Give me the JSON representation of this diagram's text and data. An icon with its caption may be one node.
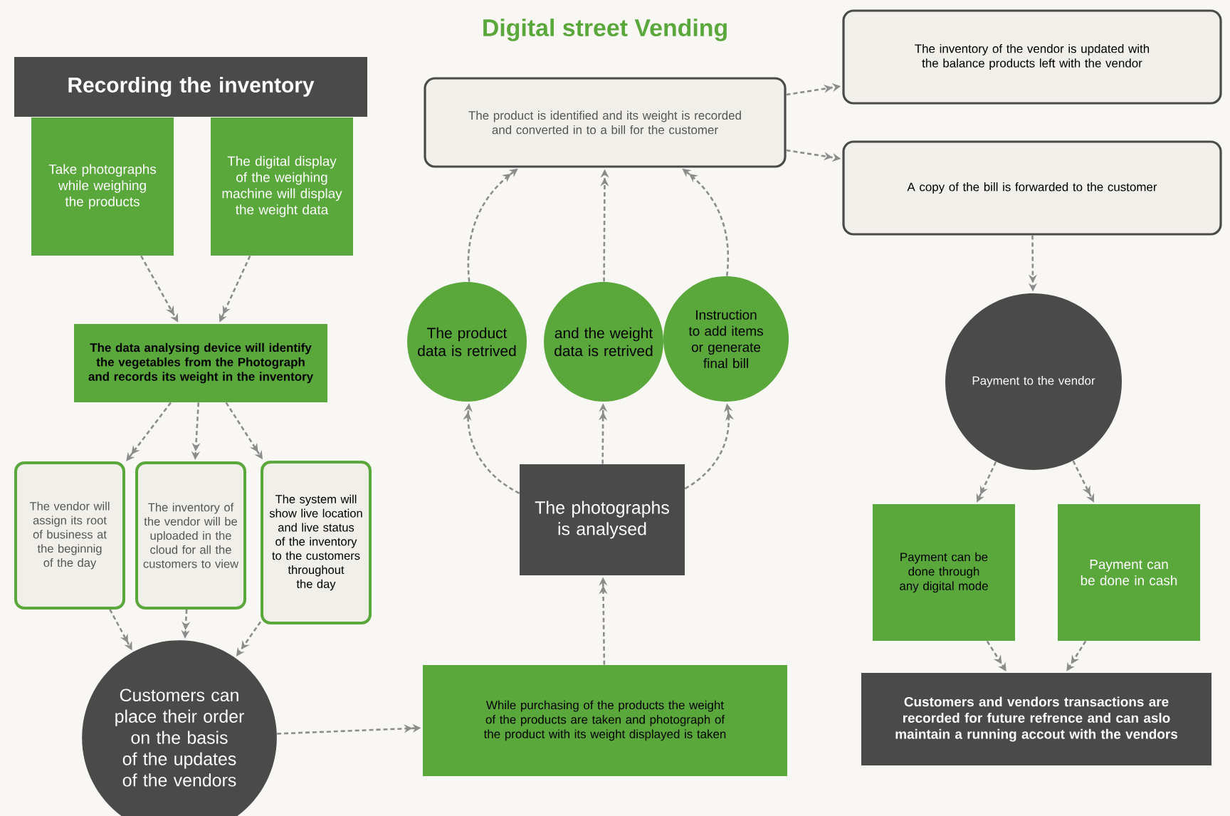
{
  "diagram": {
    "title": "Digital street Vending",
    "nodes": [
      {
        "text": [
          "Recording the inventory"
        ]
      },
      {
        "text": [
          "Take photographs while weighing the products"
        ]
      },
      {
        "text": [
          "The digital display of the weighing machine will display the weight data"
        ]
      },
      {
        "text": [
          "The data analysing device will identify the vegetables from the Photograph and records its weight in the inventory"
        ]
      },
      {
        "text": [
          "The vendor will assign its root of business at the beginnig of the day"
        ]
      },
      {
        "text": [
          "The inventory of the vendor will be uploaded in the cloud for all the customers to view"
        ]
      },
      {
        "text": [
          "The system will show live location and live status of the inventory to the customers throughout the day"
        ]
      },
      {
        "text": [
          "Customers can place their order on the basis of the updates of the vendors"
        ]
      },
      {
        "text": [
          "While purchasing of the products the weight of the products are taken and photograph of the product with its weight displayed is taken"
        ]
      },
      {
        "text": [
          "The photographs is analysed"
        ]
      },
      {
        "text": [
          "The product data is retrived"
        ]
      },
      {
        "text": [
          "and the weight data is retrived"
        ]
      },
      {
        "text": [
          "Instruction to add items or generate final bill"
        ]
      },
      {
        "text": [
          "The product is identified and its weight is recorded and converted in to a  bill for the customer"
        ]
      },
      {
        "text": [
          "The inventory of the vendor is updated with the balance products left with the vendor"
        ]
      },
      {
        "text": [
          "A copy of the bill is forwarded to the customer"
        ]
      },
      {
        "text": [
          "Payment to the vendor"
        ]
      },
      {
        "text": [
          "Payment can be done through any digital mode"
        ]
      },
      {
        "text": [
          "Payment can be done in cash"
        ]
      },
      {
        "text": [
          "Customers and vendors transactions are recorded for future refrence and can aslo maintain a running accout with the vendors"
        ]
      }
    ],
    "edges": [
      {
        "from": 1,
        "to": 3,
        "arrow": "to"
      },
      {
        "from": 2,
        "to": 3,
        "arrow": "to"
      },
      {
        "from": 3,
        "to": 4,
        "arrow": "to"
      },
      {
        "from": 3,
        "to": 5,
        "arrow": "to"
      },
      {
        "from": 3,
        "to": 6,
        "arrow": "to"
      },
      {
        "from": 4,
        "to": 7,
        "arrow": "to"
      },
      {
        "from": 5,
        "to": 7,
        "arrow": "to"
      },
      {
        "from": 6,
        "to": 7,
        "arrow": "to"
      },
      {
        "from": 7,
        "to": 8,
        "arrow": "to"
      },
      {
        "from": 8,
        "to": 9,
        "arrow": "to"
      },
      {
        "from": 9,
        "to": 10,
        "arrow": "to"
      },
      {
        "from": 9,
        "to": 11,
        "arrow": "to"
      },
      {
        "from": 9,
        "to": 12,
        "arrow": "to"
      },
      {
        "from": 10,
        "to": 13,
        "arrow": "to"
      },
      {
        "from": 11,
        "to": 13,
        "arrow": "to"
      },
      {
        "from": 12,
        "to": 13,
        "arrow": "to"
      },
      {
        "from": 13,
        "to": 14,
        "arrow": "to"
      },
      {
        "from": 13,
        "to": 15,
        "arrow": "to"
      },
      {
        "from": 15,
        "to": 16,
        "arrow": "to"
      },
      {
        "from": 16,
        "to": 17,
        "arrow": "to"
      },
      {
        "from": 16,
        "to": 18,
        "arrow": "to"
      },
      {
        "from": 17,
        "to": 19,
        "arrow": "to"
      },
      {
        "from": 18,
        "to": 19,
        "arrow": "to"
      }
    ]
  }
}
